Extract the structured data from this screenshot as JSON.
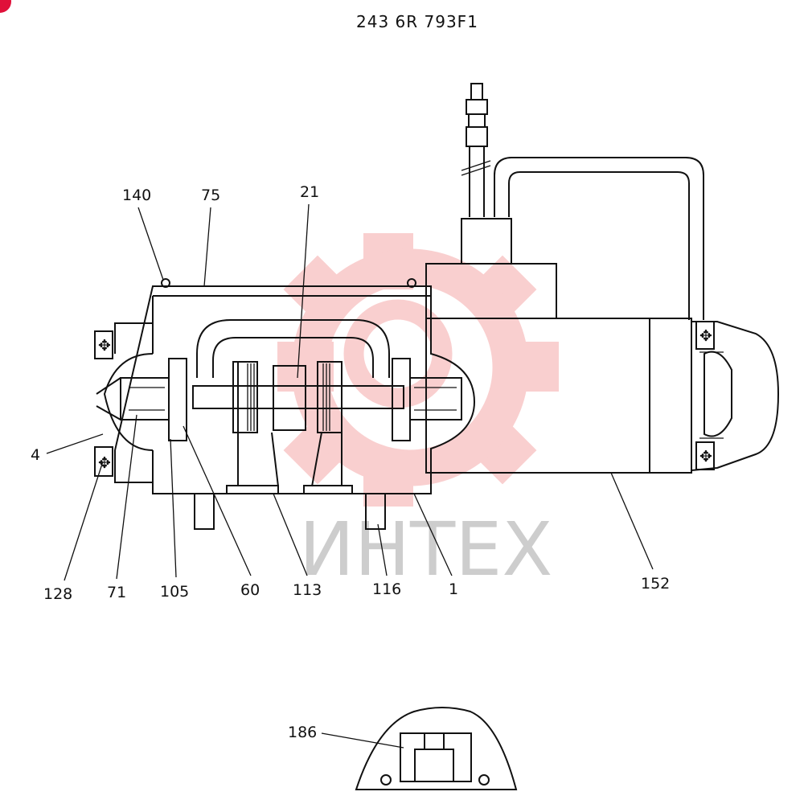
{
  "title": "243 6R 793F1",
  "watermark": {
    "text": "ИНТЕХ",
    "gear_color": "#f4a0a0"
  },
  "callouts": {
    "c140": "140",
    "c75": "75",
    "c21": "21",
    "c4": "4",
    "c128": "128",
    "c71": "71",
    "c105": "105",
    "c60": "60",
    "c113": "113",
    "c116": "116",
    "c1": "1",
    "c152": "152",
    "c186": "186"
  },
  "colors": {
    "line": "#111111",
    "background": "#ffffff",
    "corner_mark": "#e0103a"
  }
}
